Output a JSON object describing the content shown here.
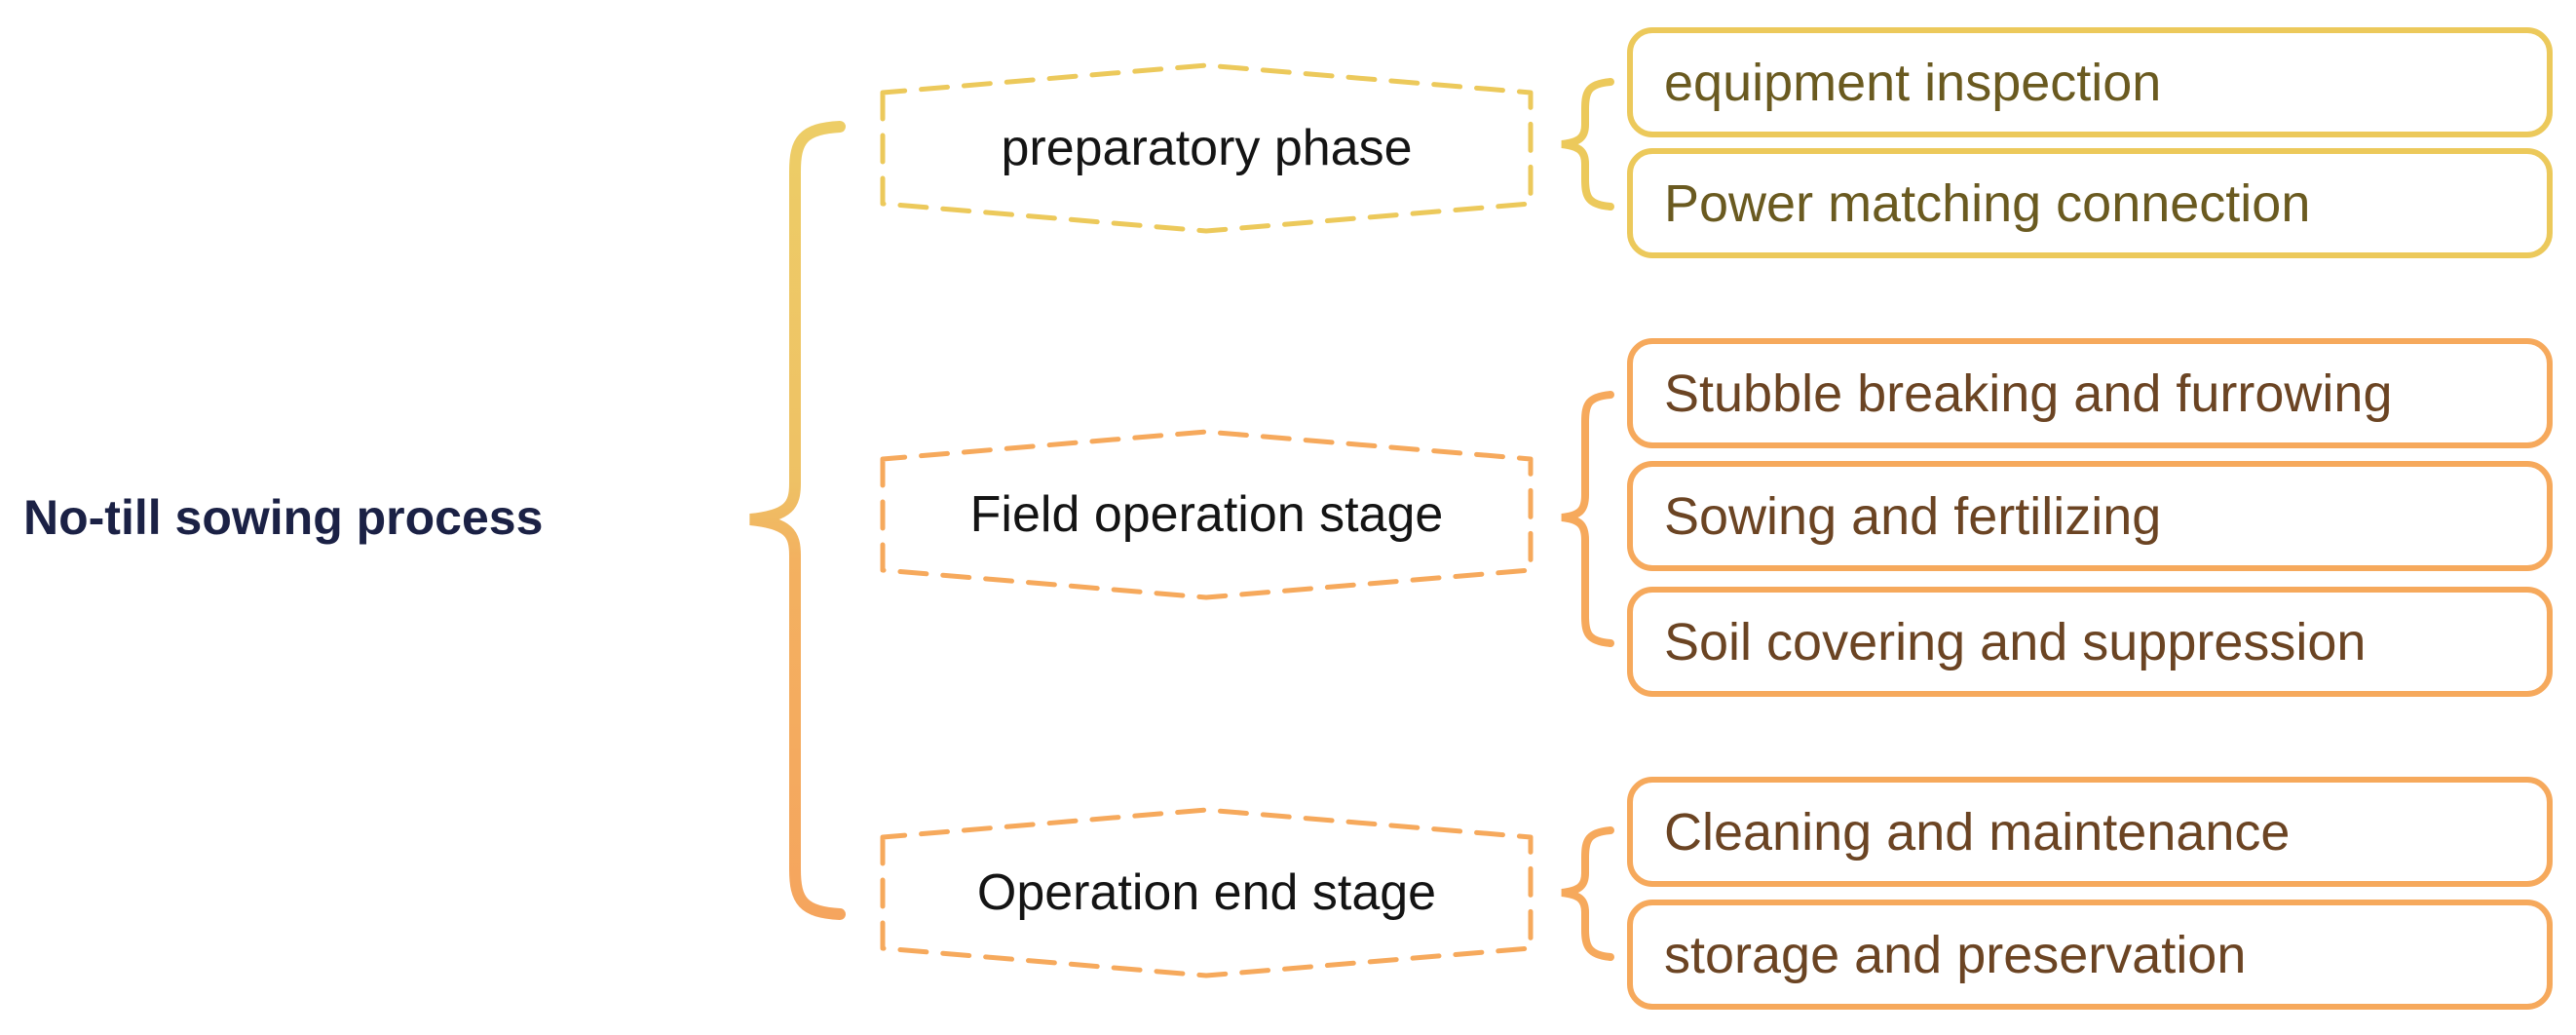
{
  "title": "No-till sowing process",
  "colors": {
    "bg": "#ffffff",
    "title-text": "#1b2145",
    "stage-text": "#141414",
    "yellow": "#ecc95b",
    "orange": "#f6a95c",
    "leaf-text-yellow": "#6a5a20",
    "leaf-text-brown": "#6b4423",
    "brace-top": "#edcd66",
    "brace-mid1": "#eec165",
    "brace-mid2": "#f3b160",
    "brace-bottom": "#f5a55e"
  },
  "groups": [
    {
      "label": "preparatory phase",
      "children": [
        "equipment inspection",
        "Power matching connection"
      ]
    },
    {
      "label": "Field operation stage",
      "children": [
        "Stubble breaking and furrowing",
        "Sowing and fertilizing",
        "Soil covering and suppression"
      ]
    },
    {
      "label": "Operation end stage",
      "children": [
        "Cleaning and maintenance",
        "storage and preservation"
      ]
    }
  ]
}
